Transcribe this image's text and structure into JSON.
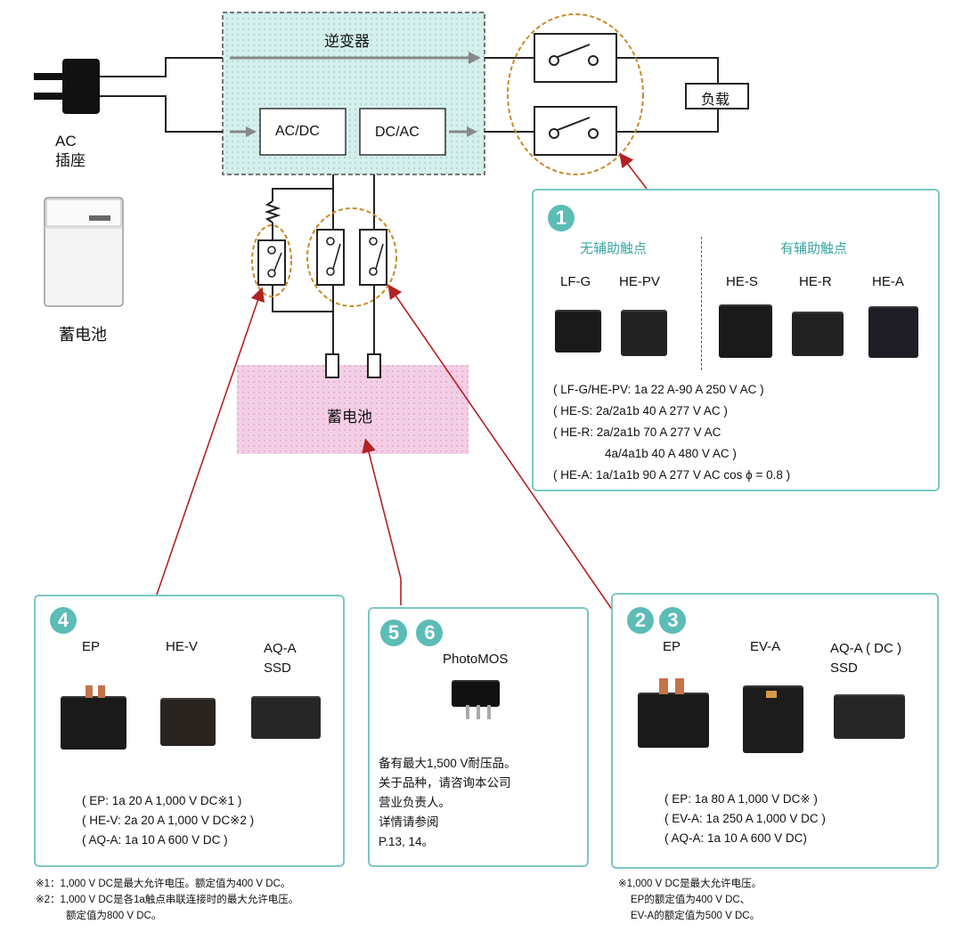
{
  "inverter": {
    "title": "逆变器",
    "acdc": "AC/DC",
    "dcac": "DC/AC"
  },
  "ac_outlet": {
    "label": "AC\n插座"
  },
  "battery_unit": {
    "label": "蓄电池"
  },
  "battery_block": {
    "label": "蓄电池"
  },
  "load": {
    "label": "负载"
  },
  "panel1": {
    "number": "1",
    "group_no_aux": "无辅助触点",
    "group_aux": "有辅助触点",
    "products": [
      "LF-G",
      "HE-PV",
      "HE-S",
      "HE-R",
      "HE-A"
    ],
    "specs": [
      "( LF-G/HE-PV: 1a 22 A-90 A 250 V AC )",
      "( HE-S: 2a/2a1b  40 A 277 V AC )",
      "( HE-R: 2a/2a1b  70 A 277 V AC",
      "4a/4a1b  40 A 480 V AC )",
      "( HE-A: 1a/1a1b 90 A 277 V AC cos ϕ  = 0.8 )"
    ]
  },
  "panel4": {
    "number": "4",
    "products": [
      "EP",
      "HE-V",
      "AQ-A\nSSD"
    ],
    "specs": [
      "( EP: 1a 20 A 1,000 V DC※1 )",
      "( HE-V: 2a 20 A 1,000 V DC※2 )",
      "( AQ-A: 1a 10 A  600 V DC )"
    ],
    "notes": [
      "※1：1,000 V DC是最大允许电压。额定值为400 V DC。",
      "※2：1,000 V DC是各1a触点串联连接时的最大允许电压。",
      "额定值为800 V DC。"
    ]
  },
  "panel56": {
    "numbers": [
      "5",
      "6"
    ],
    "product": "PhotoMOS",
    "text": [
      "备有最大1,500 V耐压品。",
      "关于品种，请咨询本公司",
      "营业负责人。",
      "详情请参阅",
      "P.13, 14。"
    ]
  },
  "panel23": {
    "numbers": [
      "2",
      "3"
    ],
    "products": [
      "EP",
      "EV-A",
      "AQ-A ( DC )\nSSD"
    ],
    "specs": [
      "( EP: 1a 80 A 1,000 V DC※ )",
      "( EV-A: 1a 250 A  1,000 V DC )",
      "( AQ-A: 1a 10 A  600 V DC)"
    ],
    "notes": [
      "※1,000 V DC是最大允许电压。",
      "EP的额定值为400 V DC、",
      "EV-A的额定值为500 V DC。"
    ]
  },
  "colors": {
    "teal_border": "#7cc7c4",
    "teal_badge": "#5cbcb6",
    "inverter_fill": "#d5efec",
    "battery_fill": "#f3cfe6",
    "highlight_ring": "#c98a2a",
    "arrow": "#b22222"
  }
}
